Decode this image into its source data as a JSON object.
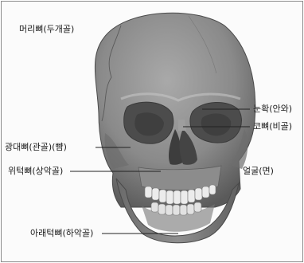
{
  "labels": {
    "skull": "머리뼈(두개골)",
    "eye_socket": "눈확(안와)",
    "nasal": "코뼈(비골)",
    "zygomatic": "광대뼈(관골)(뺨)",
    "maxilla": "위턱뼈(상악골)",
    "face": "얼굴(면)",
    "mandible": "아래턱뼈(하악골)"
  },
  "colors": {
    "bone": "#8d8d8d",
    "bone_dark": "#5e5e5e",
    "bone_light": "#b0b0b0",
    "socket": "#4a4a4a",
    "teeth": "#ececec",
    "leader": "#222222"
  }
}
